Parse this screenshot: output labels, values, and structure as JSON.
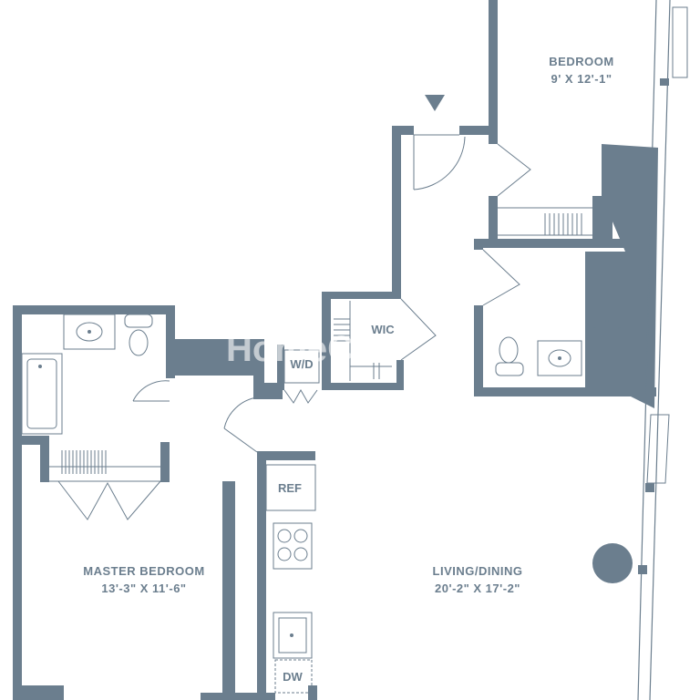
{
  "rooms": {
    "bedroom": {
      "name": "BEDROOM",
      "dims": "9' X 12'-1\""
    },
    "master_bedroom": {
      "name": "MASTER BEDROOM",
      "dims": "13'-3\" X 11'-6\""
    },
    "living_dining": {
      "name": "LIVING/DINING",
      "dims": "20'-2\" X 17'-2\""
    }
  },
  "fixtures": {
    "wic": "WIC",
    "washer_dryer": "W/D",
    "refrigerator": "REF",
    "dishwasher": "DW"
  },
  "watermark": "HomeCat",
  "colors": {
    "wall": "#6b7e8e",
    "background": "#ffffff"
  }
}
